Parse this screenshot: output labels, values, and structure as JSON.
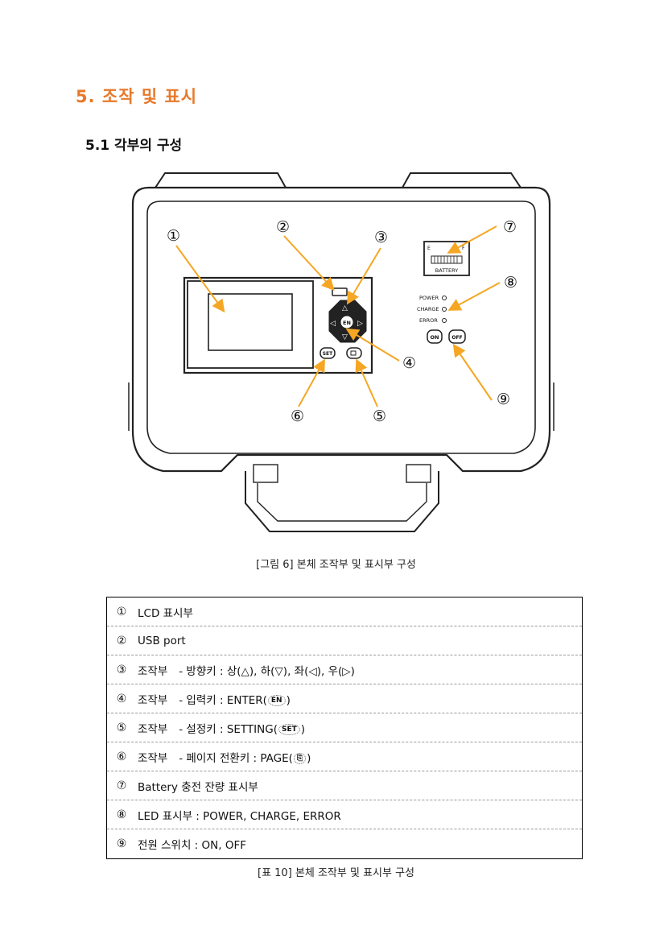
{
  "section": {
    "number": "5.",
    "title": "조작 및 표시"
  },
  "subsection": {
    "number": "5.1",
    "title": "각부의 구성"
  },
  "figure": {
    "caption": "[그림 6] 본체 조작부 및 표시부 구성",
    "callouts": [
      "①",
      "②",
      "③",
      "④",
      "⑤",
      "⑥",
      "⑦",
      "⑧",
      "⑨"
    ],
    "device_labels": {
      "battery": "BATTERY",
      "battery_e": "E",
      "battery_f": "F",
      "power": "POWER",
      "charge": "CHARGE",
      "error": "ERROR",
      "on": "ON",
      "off": "OFF",
      "set": "SET",
      "enter": "EN"
    },
    "accent_color": "#f5a623"
  },
  "table": {
    "caption": "[표 10] 본체 조작부 및 표시부 구성",
    "rows": [
      {
        "num": "①",
        "main": "LCD 표시부",
        "detail": ""
      },
      {
        "num": "②",
        "main": "USB port",
        "detail": ""
      },
      {
        "num": "③",
        "main": "조작부",
        "detail": "- 방향키 : 상(△), 하(▽), 좌(◁), 우(▷)"
      },
      {
        "num": "④",
        "main": "조작부",
        "detail": "- 입력키 : ENTER(",
        "key": "EN",
        "tail": ")"
      },
      {
        "num": "⑤",
        "main": "조작부",
        "detail": "- 설정키 : SETTING(",
        "key": "SET",
        "tail": ")"
      },
      {
        "num": "⑥",
        "main": "조작부",
        "detail": "- 페이지 전환키 : PAGE(",
        "key": "⎘",
        "tail": ")"
      },
      {
        "num": "⑦",
        "main": "Battery 충전 잔량 표시부",
        "detail": ""
      },
      {
        "num": "⑧",
        "main": "LED 표시부 : POWER, CHARGE, ERROR",
        "detail": ""
      },
      {
        "num": "⑨",
        "main": "전원 스위치 : ON, OFF",
        "detail": ""
      }
    ]
  }
}
